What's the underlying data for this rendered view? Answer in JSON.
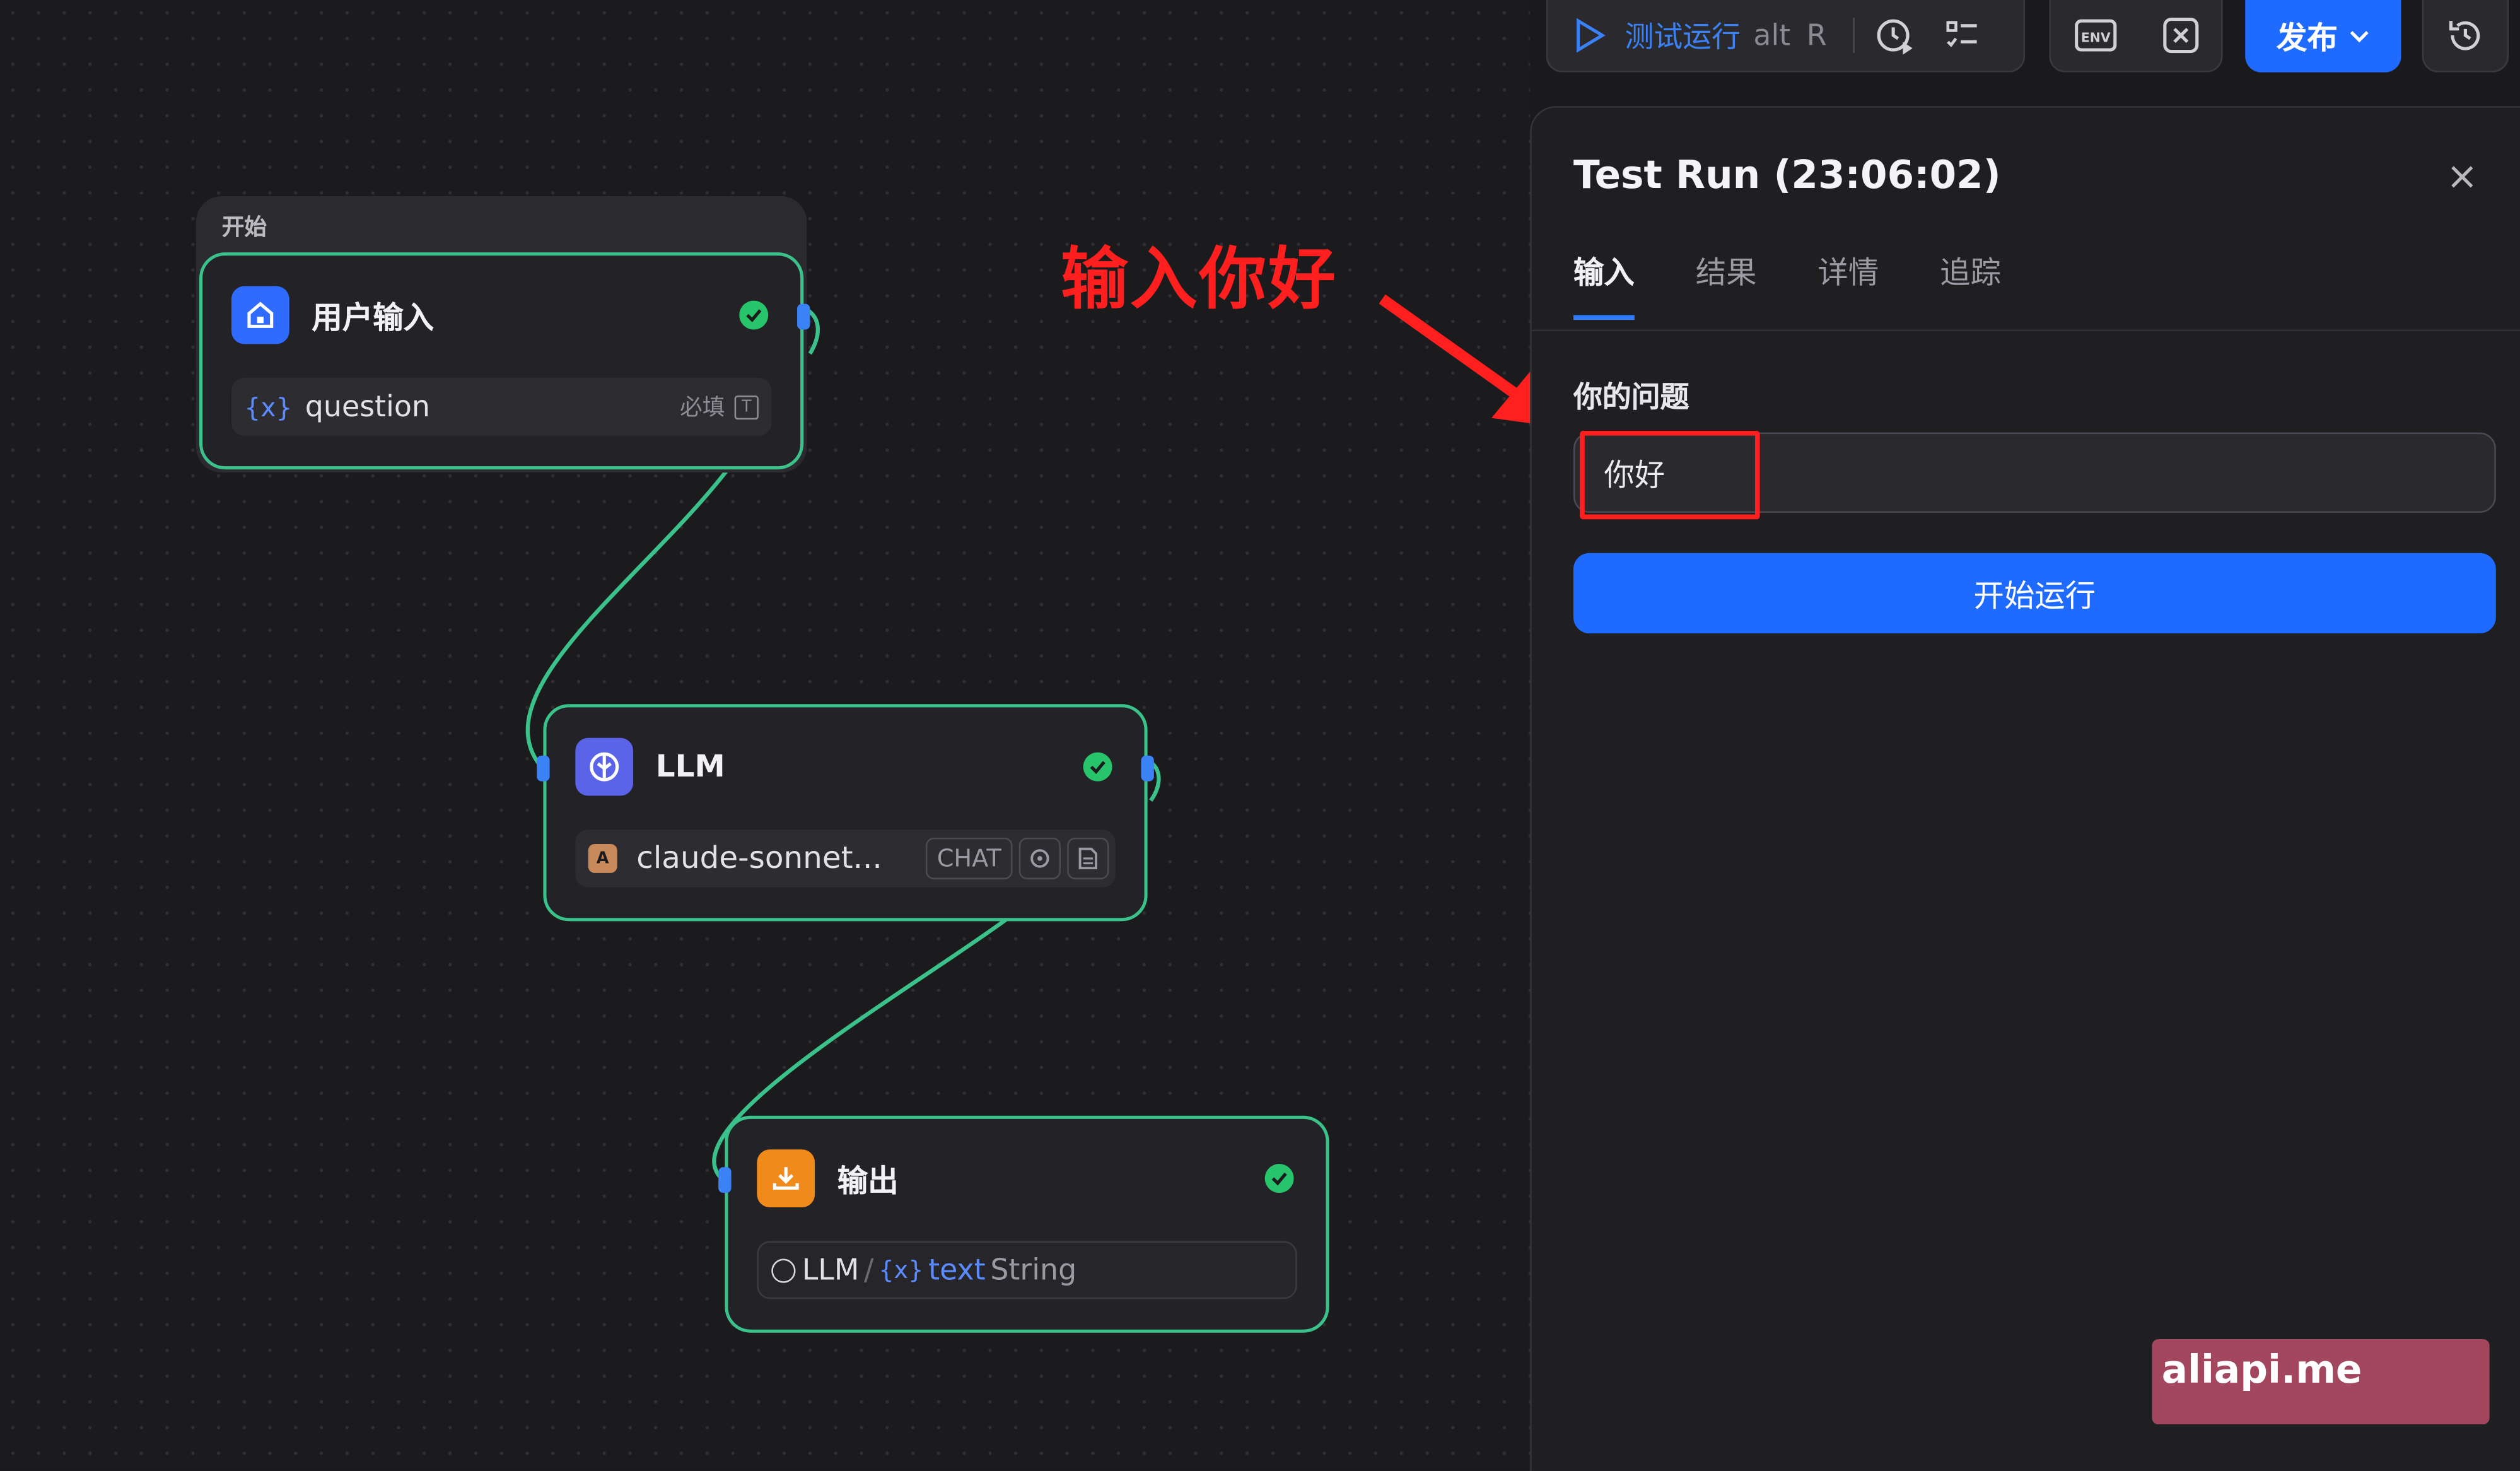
{
  "canvas": {
    "start_group": {
      "label": "开始"
    },
    "nodes": {
      "user_input": {
        "title": "用户输入",
        "field": {
          "var_icon": "{x}",
          "name": "question",
          "required": "必填"
        }
      },
      "llm": {
        "title": "LLM",
        "model": "claude-sonnet...",
        "mode_tag": "CHAT"
      },
      "output": {
        "title": "输出",
        "ref": {
          "source": "LLM",
          "sep": "/",
          "var_icon": "{x}",
          "var": "text",
          "type": "String"
        }
      }
    }
  },
  "annotation": {
    "text": "输入你好"
  },
  "toolbar": {
    "test_run": "测试运行",
    "shortcut_alt": "alt",
    "shortcut_key": "R",
    "publish": "发布"
  },
  "panel": {
    "title": "Test Run (23:06:02)",
    "tabs": [
      {
        "label": "输入"
      },
      {
        "label": "结果"
      },
      {
        "label": "详情"
      },
      {
        "label": "追踪"
      }
    ],
    "field_label": "你的问题",
    "field_value": "你好",
    "run_button": "开始运行"
  },
  "watermark": "aliapi.me",
  "colors": {
    "accent": "#1f6bff",
    "success": "#27c46b",
    "node_border": "#3ac28a",
    "annotation": "#ff1f1f"
  }
}
